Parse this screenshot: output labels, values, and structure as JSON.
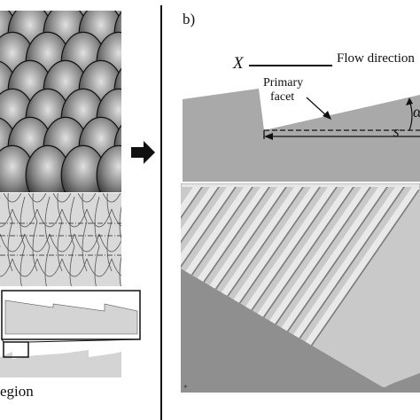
{
  "panel_b": {
    "label": "b)",
    "axis_x_label": "X",
    "flow_label": "Flow direction",
    "facet_label_line1": "Primary",
    "facet_label_line2": "facet",
    "alpha_label": "α",
    "s_label": "s"
  },
  "panel_a": {
    "region_label": "egion"
  },
  "colors": {
    "facet_gray": "#a9a9a9",
    "render_top": "#c9c9c9",
    "render_dark": "#8f8f8f",
    "sketch_gray": "#d4d4d4",
    "arrow": "#111111"
  }
}
